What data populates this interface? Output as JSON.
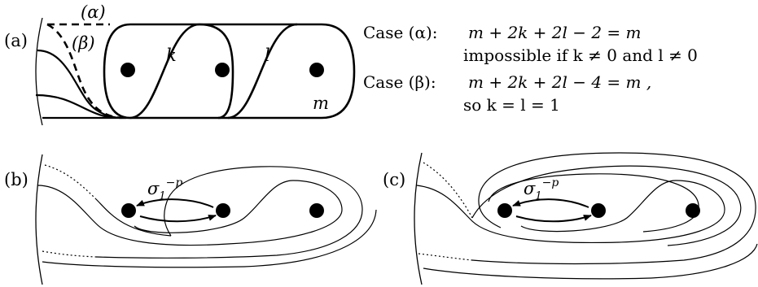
{
  "panels": {
    "a": {
      "label": "(a)",
      "case_alpha": "(α)",
      "case_beta": "(β)",
      "k": "k",
      "l": "l",
      "m": "m"
    },
    "b": {
      "label": "(b)",
      "sigma": "σ",
      "sigma_sub": "1",
      "sigma_sup": "−p"
    },
    "c": {
      "label": "(c)",
      "sigma": "σ",
      "sigma_sub": "1",
      "sigma_sup": "−p"
    }
  },
  "cases": {
    "alpha": {
      "heading": "Case (α):",
      "equation": "m + 2k + 2l − 2 = m",
      "note": "impossible if k ≠ 0 and l ≠ 0"
    },
    "beta": {
      "heading": "Case (β):",
      "equation": "m + 2k + 2l − 4 = m ,",
      "note": "so k = l = 1"
    }
  }
}
